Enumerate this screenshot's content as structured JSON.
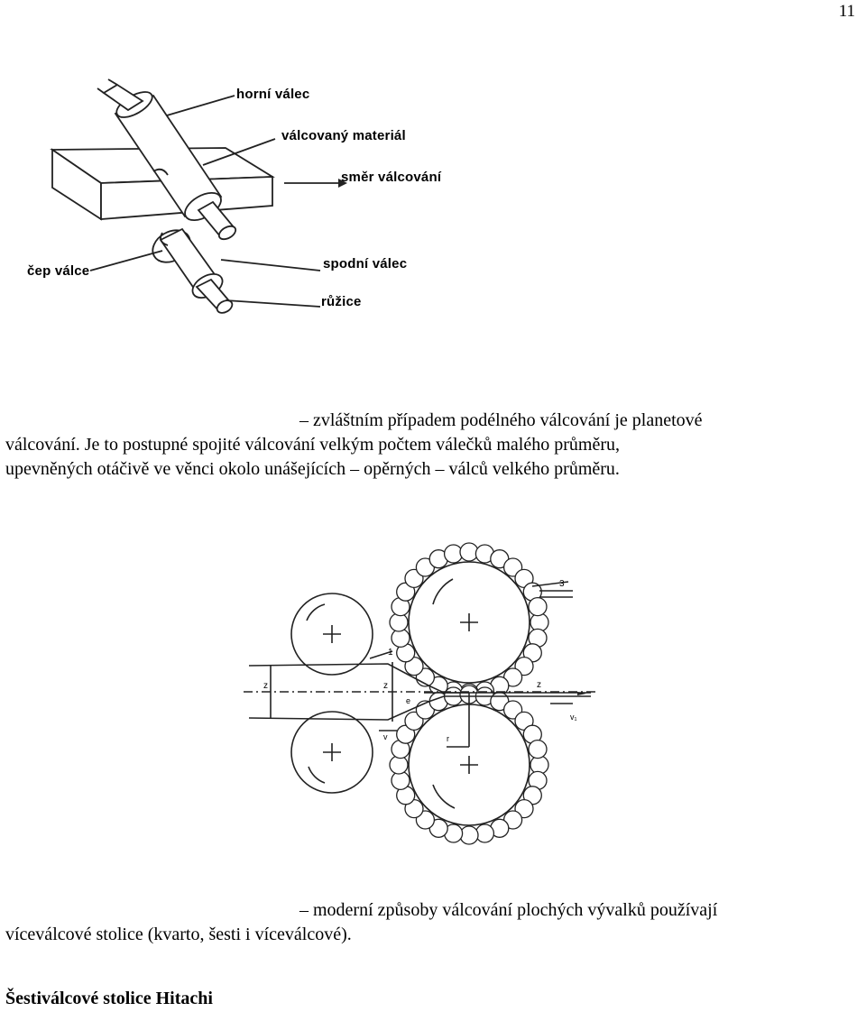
{
  "page_number": "11",
  "figure_rolling": {
    "labels": {
      "top_roll": "horní válec",
      "rolled_material": "válcovaný materiál",
      "rolling_direction": "směr válcování",
      "roll_neck": "čep válce",
      "bottom_roll": "spodní válec",
      "wobbler": "růžice"
    }
  },
  "paragraph_planetary": {
    "line1_words": [
      "–",
      "zvláštním",
      "případem",
      "podélného",
      "válcování",
      "je",
      "planetové"
    ],
    "line2_words": [
      "válcování.",
      "Je",
      "to",
      "postupné",
      "spojité",
      "válcování",
      "velkým",
      "počtem",
      "válečků",
      "malého",
      "průměru,"
    ],
    "line3_words": [
      "upevněných",
      "otáčivě",
      "ve",
      "věnci",
      "okolo",
      "unášejících",
      "–",
      "opěrných",
      "–",
      "válců",
      "velkého",
      "průměru."
    ]
  },
  "figure_planetary": {
    "labels": {
      "l3": "3",
      "l1": "1",
      "lz1": "z",
      "lz2": "z",
      "lz3": "z",
      "lv": "v",
      "lv1": "v₁",
      "lr": "r",
      "le": "e"
    }
  },
  "paragraph_modern": {
    "line1_words": [
      "–",
      "moderní",
      "způsoby",
      "válcování",
      "plochých",
      "vývalků",
      "používají"
    ],
    "line2": "víceválcové stolice (kvarto, šesti i víceválcové)."
  },
  "heading": "Šestiválcové stolice Hitachi"
}
